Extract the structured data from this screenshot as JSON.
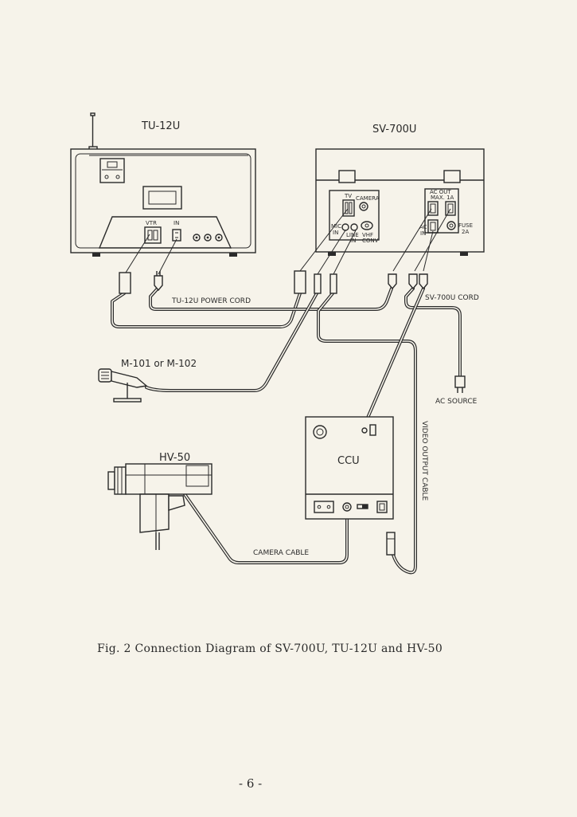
{
  "units": {
    "tu12u": "TU-12U",
    "sv700u": "SV-700U",
    "microphone": "M-101 or M-102",
    "camera": "HV-50",
    "ccu": "CCU"
  },
  "panel_labels": {
    "vtr": "VTR",
    "in": "IN",
    "tv": "TV",
    "camera_jack": "CAMERA",
    "mic_line1": "MIC",
    "mic_line2": "IN",
    "line_line1": "LINE",
    "line_line2": "IN",
    "vhf_line1": "VHF",
    "vhf_line2": "CONV",
    "ac_out_line1": "AC OUT",
    "ac_out_line2": "MAX. 1A",
    "ac_in_line1": "AC",
    "ac_in_line2": "IN",
    "fuse_line1": "FUSE",
    "fuse_line2": "2A"
  },
  "cables": {
    "tu12u_power_cord": "TU-12U POWER CORD",
    "sv700u_cord": "SV-700U CORD",
    "ac_source": "AC SOURCE",
    "video_output_cable": "VIDEO OUTPUT CABLE",
    "camera_cable": "CAMERA CABLE"
  },
  "caption": "Fig. 2 Connection Diagram of SV-700U, TU-12U and HV-50",
  "page_number": "- 6 -"
}
